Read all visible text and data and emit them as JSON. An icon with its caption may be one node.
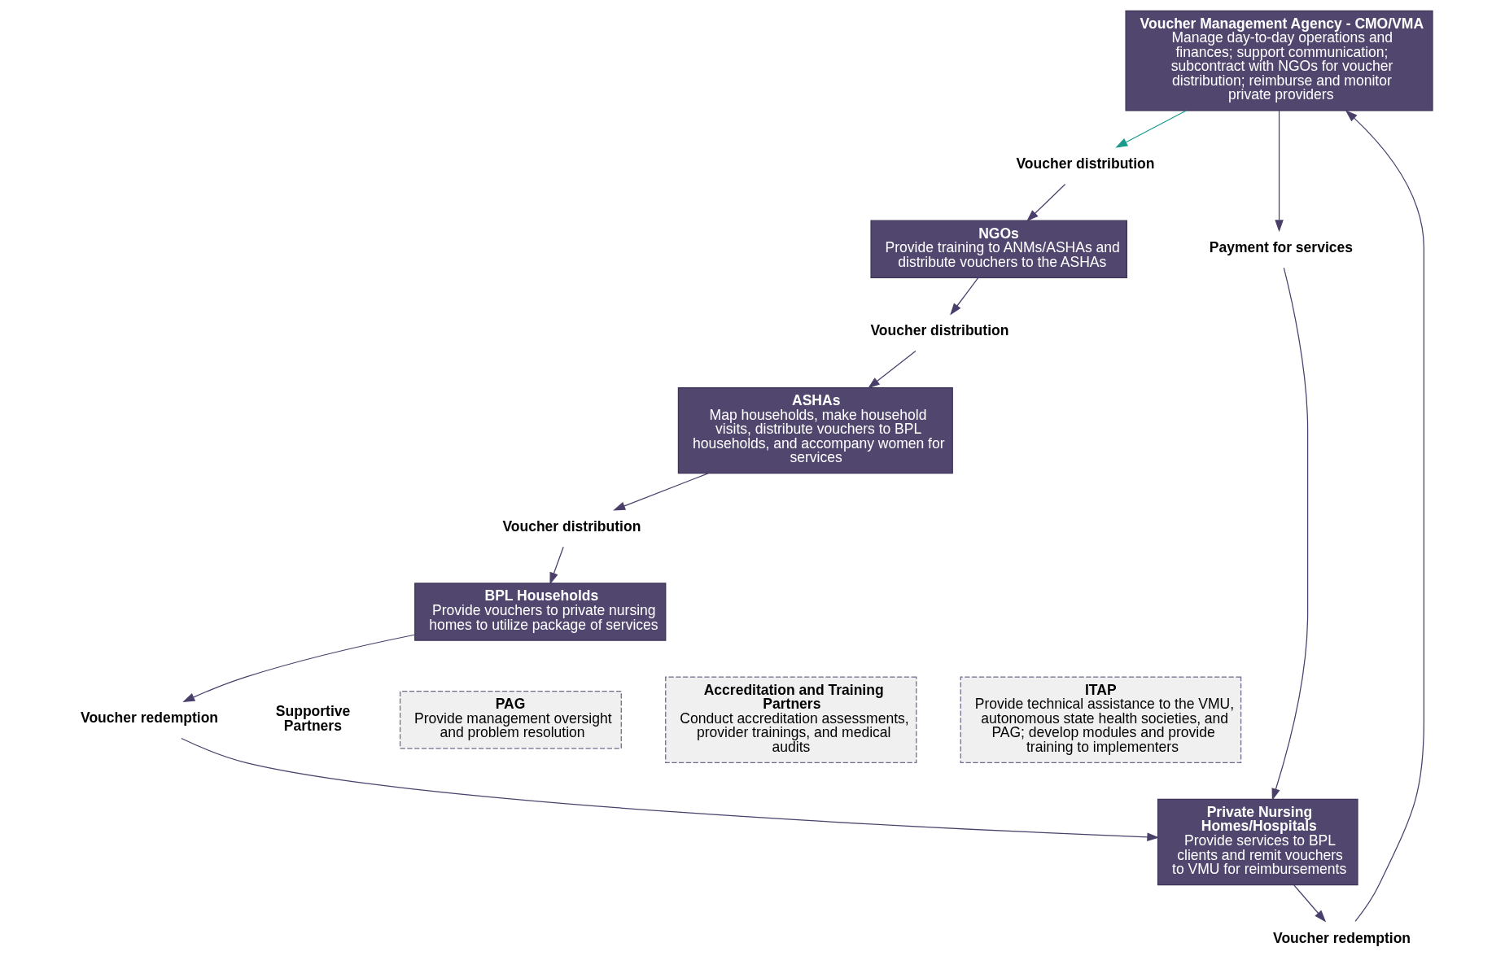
{
  "diagram": {
    "nodes": [
      {
        "text": [
          "Voucher Management Agency - CMO/VMA",
          "Manage day-to-day operations and finances; support communication; subcontract with NGOs for voucher distribution; reimburse and monitor private providers"
        ]
      },
      {
        "text": [
          "Voucher distribution"
        ]
      },
      {
        "text": [
          "NGOs",
          "Provide training to ANMs/ASHAs and distribute vouchers to the ASHAs"
        ]
      },
      {
        "text": [
          "Voucher distribution"
        ]
      },
      {
        "text": [
          "ASHAs",
          "Map households, make household visits, distribute vouchers to BPL households, and accompany women for services"
        ]
      },
      {
        "text": [
          "Voucher distribution"
        ]
      },
      {
        "text": [
          "BPL Households",
          "Provide vouchers to private nursing homes to utilize package of services"
        ]
      },
      {
        "text": [
          "Voucher redemption"
        ]
      },
      {
        "text": [
          "Private Nursing Homes/Hospitals",
          "Provide services to BPL clients and remit vouchers to VMU for reimbursements"
        ]
      },
      {
        "text": [
          "Voucher redemption"
        ]
      },
      {
        "text": [
          "Payment for services"
        ]
      },
      {
        "text": [
          "PAG",
          "Provide management oversight and problem resolution"
        ]
      },
      {
        "text": [
          "Accreditation and Training Partners",
          "Conduct accreditation assessments, provider trainings, and medical audits"
        ]
      },
      {
        "text": [
          "ITAP",
          "Provide technical assistance to the VMU, autonomous state health societies, and PAG; develop modules and provide training to implementers"
        ]
      }
    ],
    "edges": [
      {
        "from": 0,
        "to": 1,
        "arrow": "to",
        "color": "#1a9a8a"
      },
      {
        "from": 1,
        "to": 2,
        "arrow": "to"
      },
      {
        "from": 2,
        "to": 3,
        "arrow": "to"
      },
      {
        "from": 3,
        "to": 4,
        "arrow": "to"
      },
      {
        "from": 4,
        "to": 5,
        "arrow": "to"
      },
      {
        "from": 5,
        "to": 6,
        "arrow": "to"
      },
      {
        "from": 6,
        "to": 7,
        "arrow": "to"
      },
      {
        "from": 7,
        "to": 8,
        "arrow": "to"
      },
      {
        "from": 8,
        "to": 9,
        "arrow": "to"
      },
      {
        "from": 9,
        "to": 0,
        "arrow": "to"
      },
      {
        "from": 0,
        "to": 10,
        "arrow": "to"
      },
      {
        "from": 10,
        "to": 8,
        "arrow": "to"
      }
    ],
    "labels": [
      "Supportive Partners"
    ]
  }
}
